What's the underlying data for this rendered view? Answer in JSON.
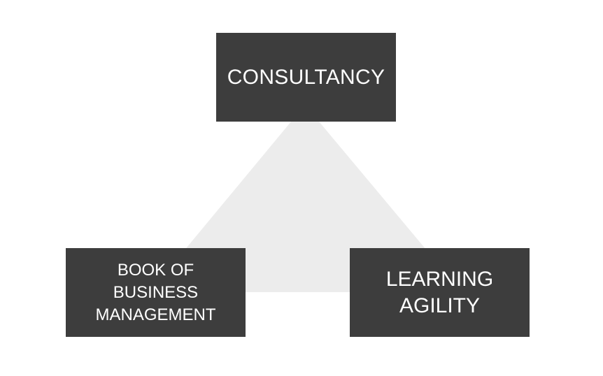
{
  "colors": {
    "box_fill": "#3d3d3d",
    "box_text": "#ffffff",
    "triangle_fill": "#ececec",
    "background": "#ffffff"
  },
  "nodes": {
    "top": {
      "label": "CONSULTANCY"
    },
    "left": {
      "lines": [
        "BOOK OF",
        "BUSINESS",
        "MANAGEMENT"
      ]
    },
    "right": {
      "lines": [
        "LEARNING",
        "AGILITY"
      ]
    }
  }
}
